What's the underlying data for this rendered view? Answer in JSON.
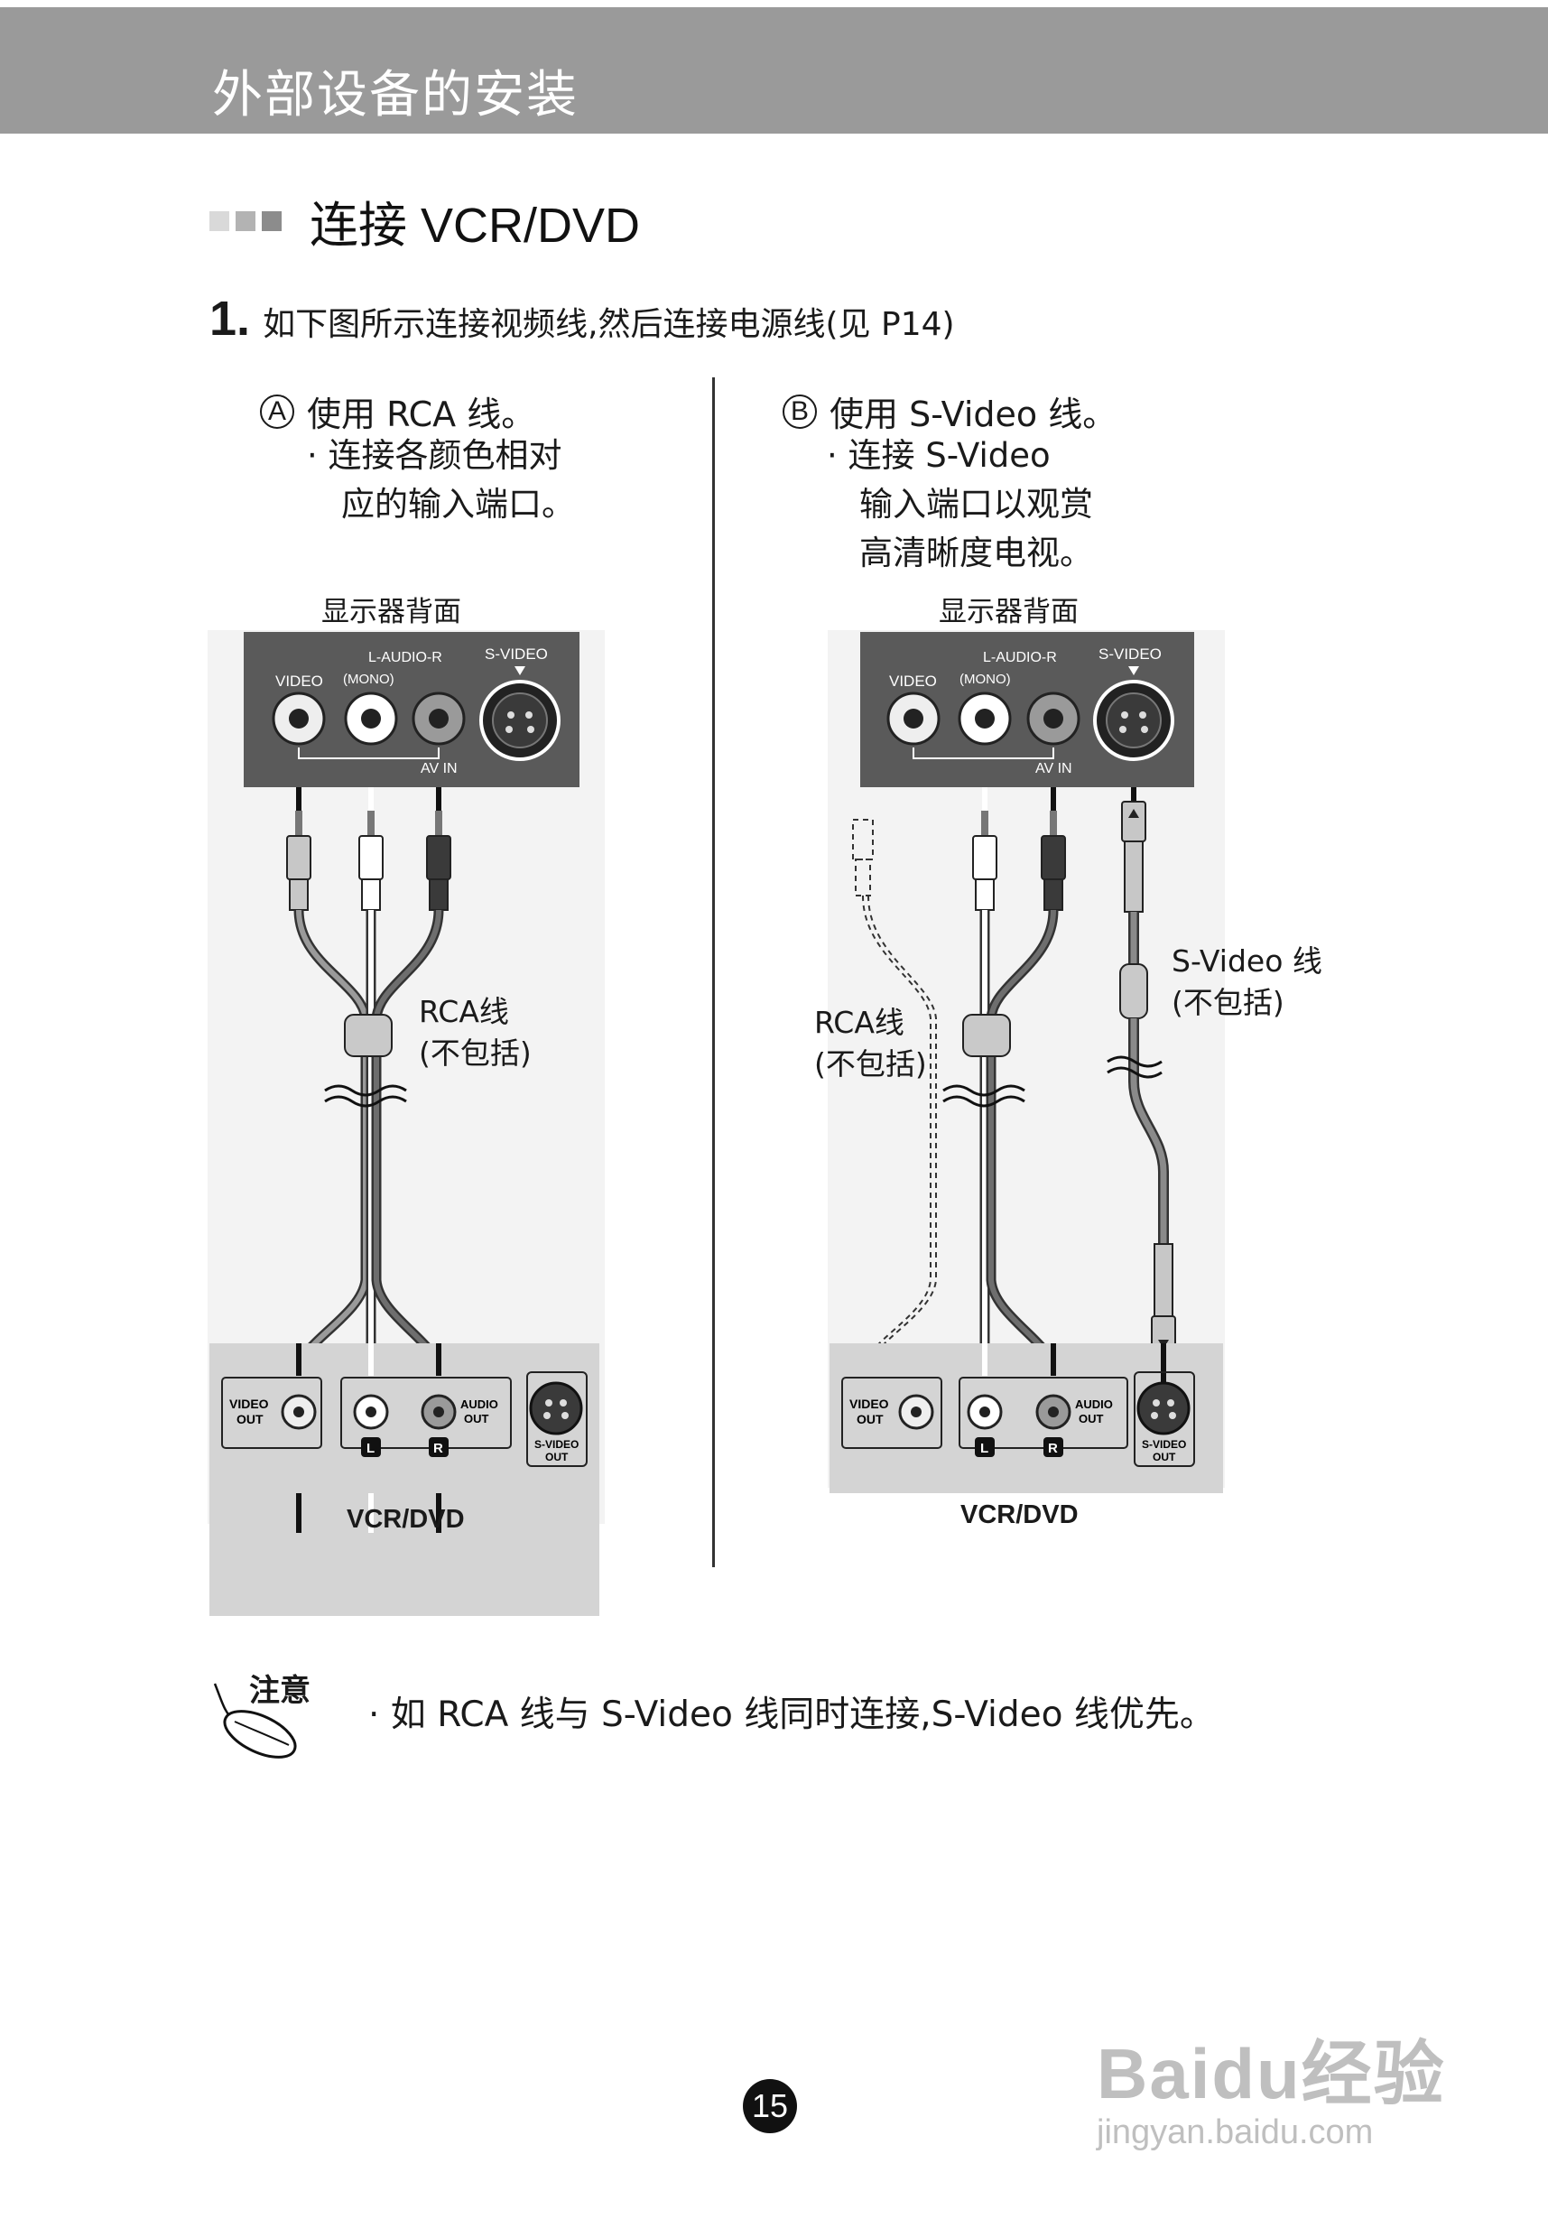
{
  "header": {
    "title": "外部设备的安装"
  },
  "section": {
    "title": "连接 VCR/DVD"
  },
  "step": {
    "number": "1",
    "text": "如下图所示连接视频线,然后连接电源线(见 P14)"
  },
  "col_a": {
    "letter": "A",
    "title": "使用 RCA 线。",
    "desc_line1": "· 连接各颜色相对",
    "desc_line2": "应的输入端口。",
    "monitor_caption": "显示器背面",
    "cable_label_1": "RCA线",
    "cable_label_2": "(不包括)",
    "device_label": "VCR/DVD"
  },
  "col_b": {
    "letter": "B",
    "title": "使用 S-Video 线。",
    "desc_line1": "· 连接 S-Video",
    "desc_line2": "输入端口以观赏",
    "desc_line3": "高清晰度电视。",
    "monitor_caption": "显示器背面",
    "svideo_label_1": "S-Video 线",
    "svideo_label_2": "(不包括)",
    "rca_label_1": "RCA线",
    "rca_label_2": "(不包括)",
    "device_label": "VCR/DVD"
  },
  "panel_labels": {
    "video": "VIDEO",
    "audio": "L-AUDIO-R",
    "mono": "(MONO)",
    "svideo": "S-VIDEO",
    "av_in": "AV IN"
  },
  "device_labels": {
    "video_out_1": "VIDEO",
    "video_out_2": "OUT",
    "audio_out_1": "AUDIO",
    "audio_out_2": "OUT",
    "svideo_out_1": "S-VIDEO",
    "svideo_out_2": "OUT",
    "left": "L",
    "right": "R"
  },
  "note": {
    "label": "注意",
    "text": "· 如 RCA 线与 S-Video 线同时连接,S-Video 线优先。"
  },
  "page_number": "15",
  "watermark": {
    "logo": "Baidu经验",
    "url": "jingyan.baidu.com"
  },
  "colors": {
    "header_bar": "#9a9a9a",
    "panel": "#5a5a5a",
    "device": "#d4d4d4",
    "cable_gray": "#8a8a8a",
    "cable_dark": "#3a3a3a",
    "square_1": "#d9d9d9",
    "square_2": "#b3b3b3",
    "square_3": "#8c8c8c"
  }
}
